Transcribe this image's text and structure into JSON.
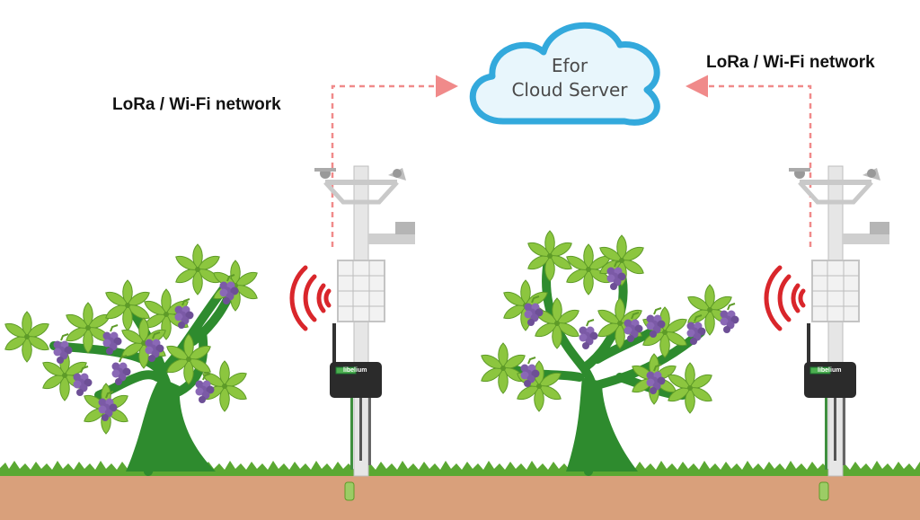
{
  "cloud": {
    "line1": "Efor",
    "line2": "Cloud Server"
  },
  "network_labels": {
    "left": "LoRa / Wi-Fi network",
    "right": "LoRa / Wi-Fi network"
  },
  "device_brand": "libelium",
  "colors": {
    "cloud_fill": "#e8f6fc",
    "cloud_stroke": "#33a9dc",
    "link_dash": "#f08a8a",
    "signal": "#d9262b",
    "leaf": "#8cc63f",
    "leaf_dark": "#5e9b28",
    "trunk": "#2e8b2e",
    "grape": "#7b5aa6",
    "grass": "#5aa832",
    "soil": "#d9a07b"
  }
}
